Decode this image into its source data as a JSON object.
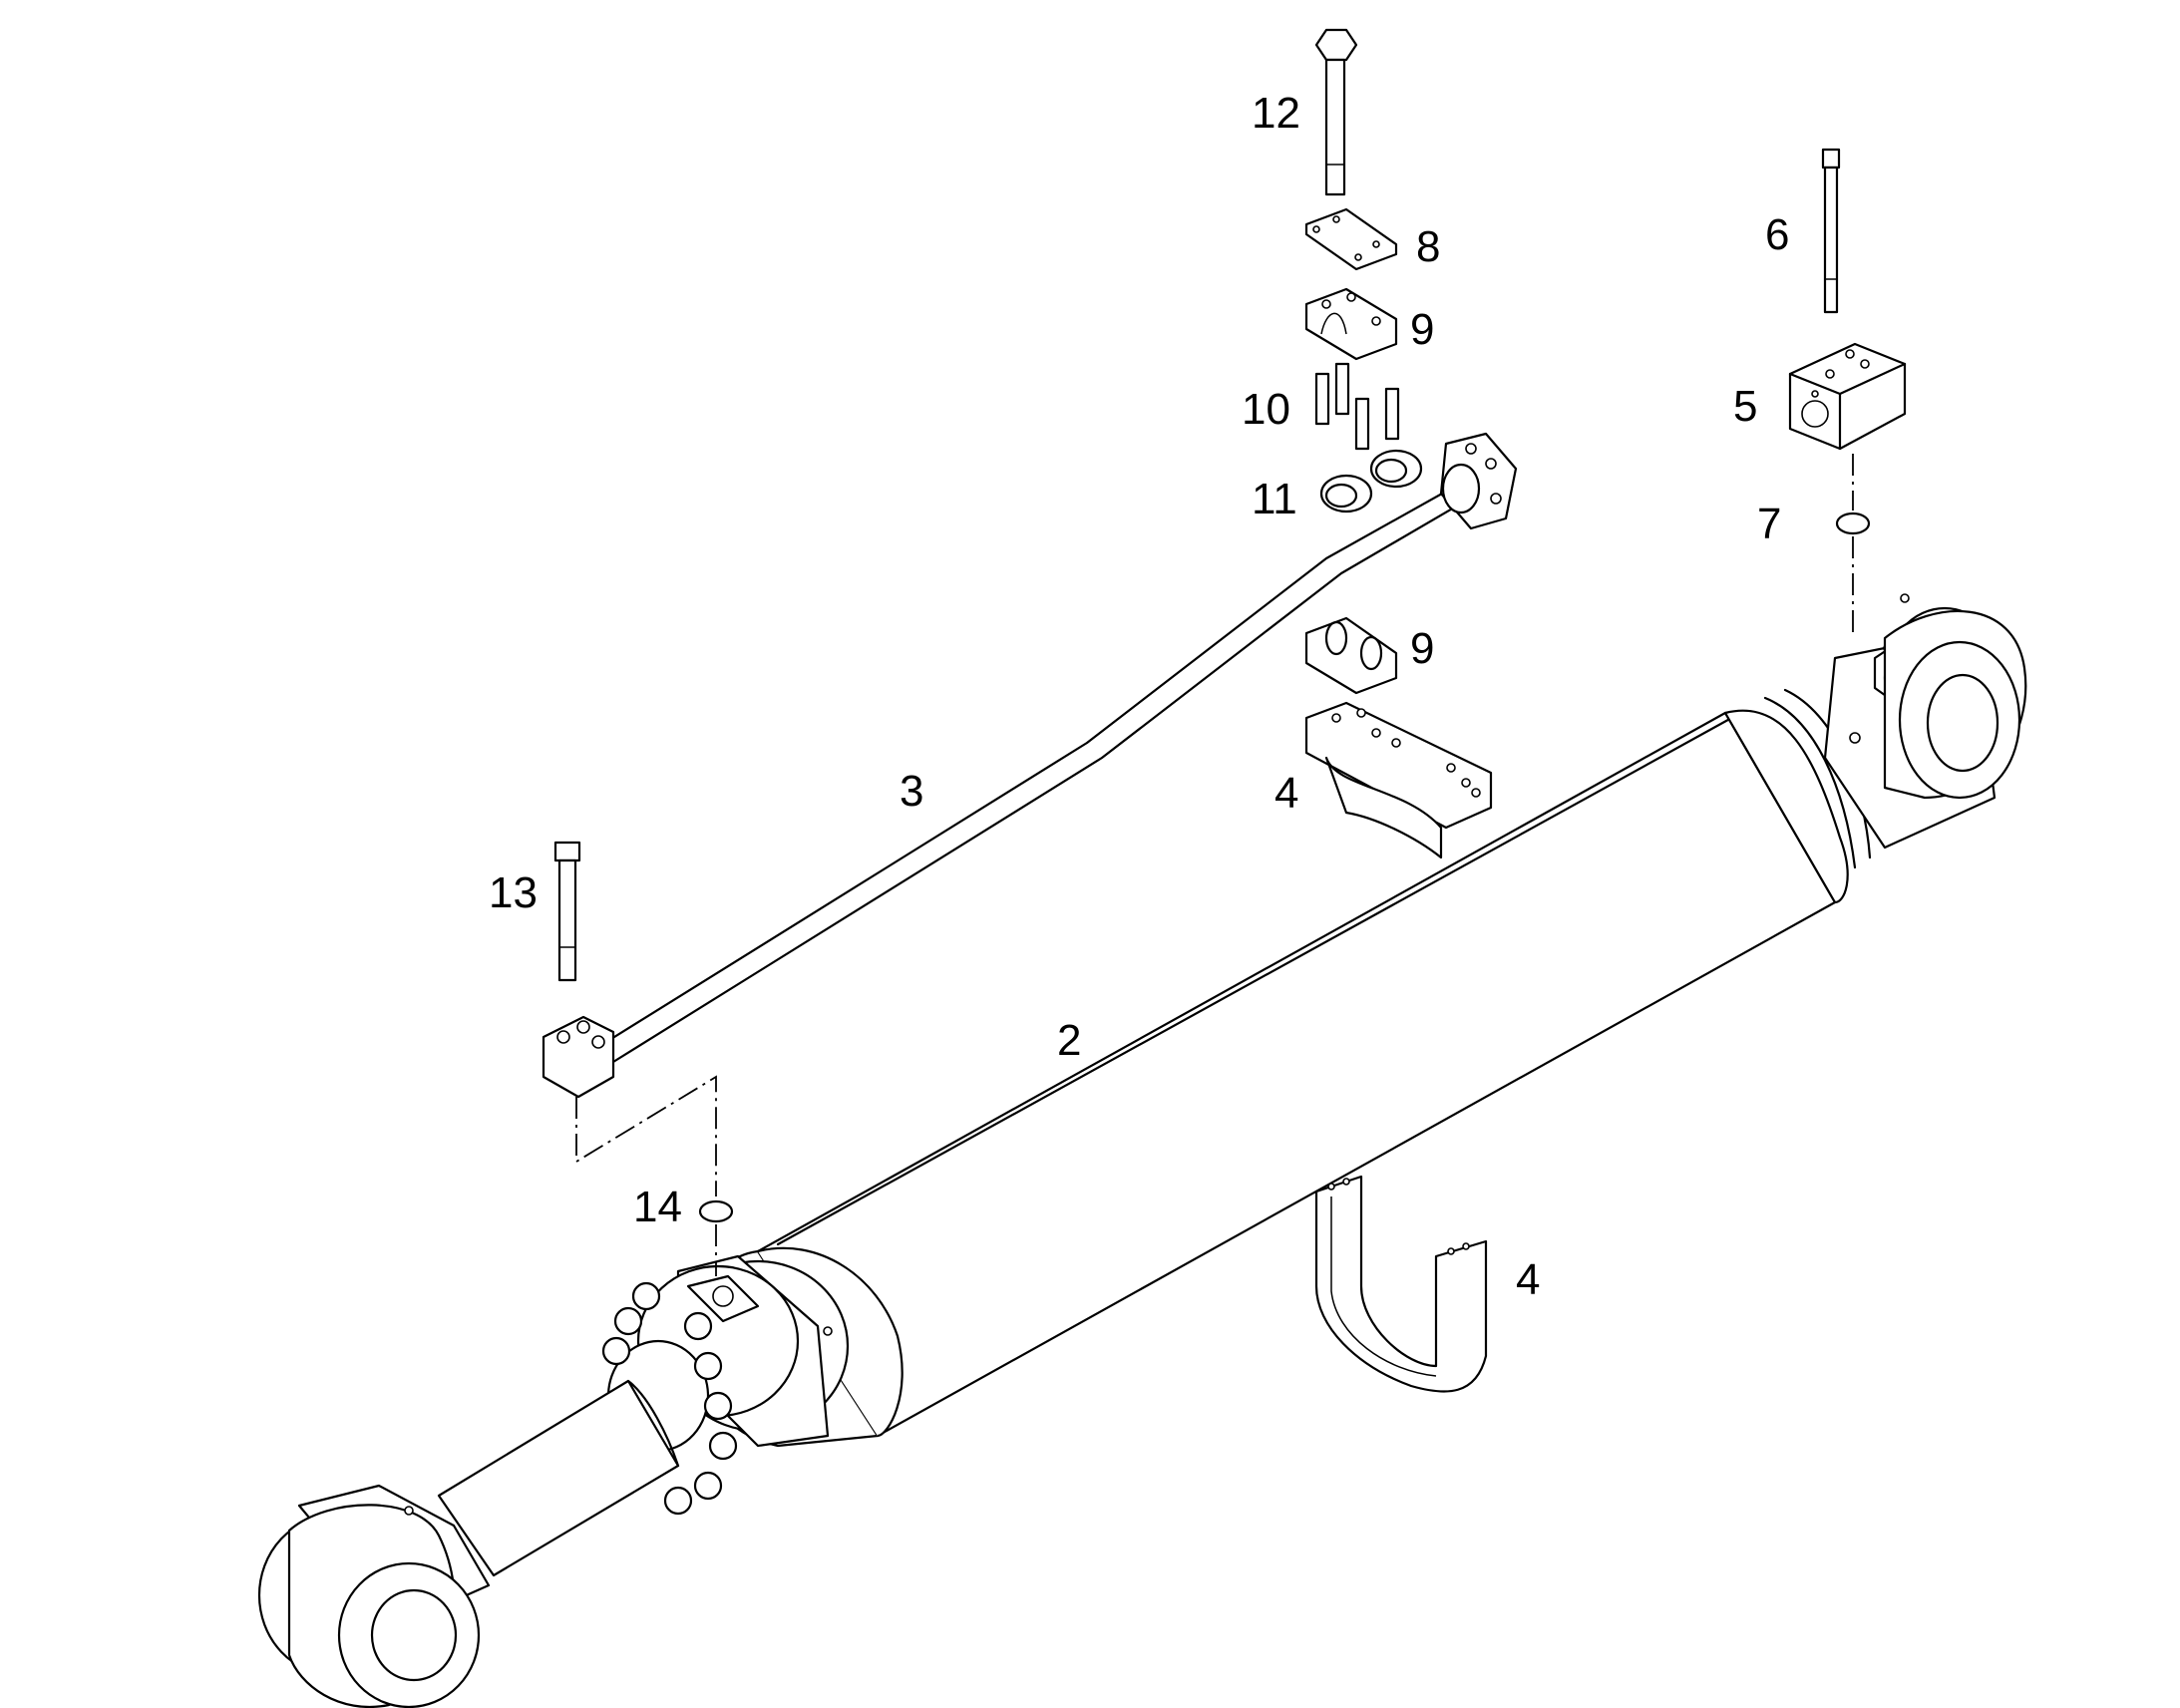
{
  "diagram": {
    "callouts": {
      "c2": "2",
      "c3": "3",
      "c4a": "4",
      "c4b": "4",
      "c5": "5",
      "c6": "6",
      "c7": "7",
      "c8": "8",
      "c9a": "9",
      "c9b": "9",
      "c10": "10",
      "c11": "11",
      "c12": "12",
      "c13": "13",
      "c14": "14"
    }
  }
}
